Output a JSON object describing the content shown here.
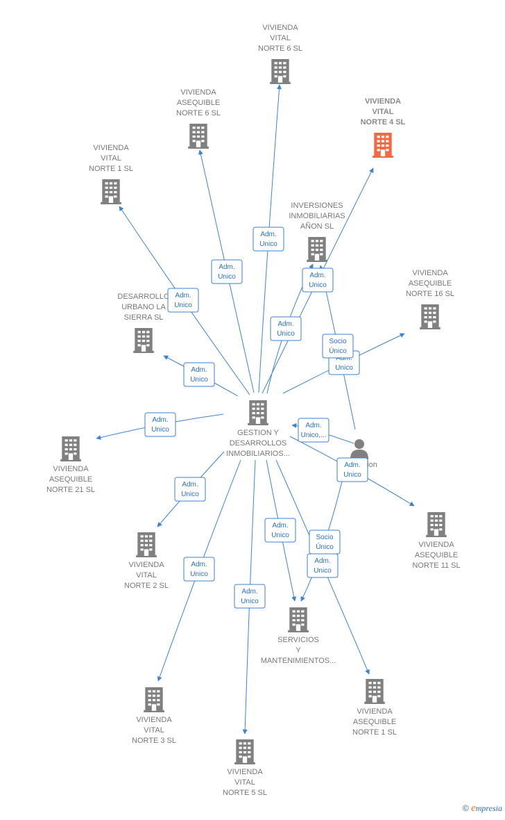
{
  "colors": {
    "edge": "#3b82d6",
    "node": "#808080",
    "highlight": "#f26a43",
    "person": "#808080",
    "label": "#777777"
  },
  "nodes": [
    {
      "id": "center",
      "kind": "company",
      "icon": "building-icon",
      "lines": [
        "GESTION Y",
        "DESARROLLOS",
        "INMOBILIARIOS..."
      ]
    },
    {
      "id": "vvn6",
      "kind": "company",
      "icon": "building-icon",
      "lines": [
        "VIVIENDA",
        "VITAL",
        "NORTE 6  SL"
      ]
    },
    {
      "id": "van6",
      "kind": "company",
      "icon": "building-icon",
      "lines": [
        "VIVIENDA",
        "ASEQUIBLE",
        "NORTE 6  SL"
      ]
    },
    {
      "id": "vvn4",
      "kind": "company",
      "icon": "building-icon",
      "highlight": true,
      "lines": [
        "VIVIENDA",
        "VITAL",
        "NORTE 4  SL"
      ]
    },
    {
      "id": "vvn1",
      "kind": "company",
      "icon": "building-icon",
      "lines": [
        "VIVIENDA",
        "VITAL",
        "NORTE 1  SL"
      ]
    },
    {
      "id": "inv",
      "kind": "company",
      "icon": "building-icon",
      "lines": [
        "INVERSIONES",
        "INMOBILIARIAS",
        "AÑON  SL"
      ]
    },
    {
      "id": "dus",
      "kind": "company",
      "icon": "building-icon",
      "lines": [
        "DESARROLLO",
        "URBANO LA",
        "SIERRA  SL"
      ]
    },
    {
      "id": "van16",
      "kind": "company",
      "icon": "building-icon",
      "lines": [
        "VIVIENDA",
        "ASEQUIBLE",
        "NORTE 16  SL"
      ]
    },
    {
      "id": "van21",
      "kind": "company",
      "icon": "building-icon",
      "lines": [
        "VIVIENDA",
        "ASEQUIBLE",
        "NORTE 21  SL"
      ]
    },
    {
      "id": "person",
      "kind": "person",
      "icon": "person-icon",
      "lines": [
        "...ion"
      ]
    },
    {
      "id": "van11",
      "kind": "company",
      "icon": "building-icon",
      "lines": [
        "VIVIENDA",
        "ASEQUIBLE",
        "NORTE 11  SL"
      ]
    },
    {
      "id": "vvn2",
      "kind": "company",
      "icon": "building-icon",
      "lines": [
        "VIVIENDA",
        "VITAL",
        "NORTE 2  SL"
      ]
    },
    {
      "id": "serv",
      "kind": "company",
      "icon": "building-icon",
      "lines": [
        "SERVICIOS",
        "Y",
        "MANTENIMIENTOS..."
      ]
    },
    {
      "id": "vvn3",
      "kind": "company",
      "icon": "building-icon",
      "lines": [
        "VIVIENDA",
        "VITAL",
        "NORTE 3  SL"
      ]
    },
    {
      "id": "van1",
      "kind": "company",
      "icon": "building-icon",
      "lines": [
        "VIVIENDA",
        "ASEQUIBLE",
        "NORTE 1  SL"
      ]
    },
    {
      "id": "vvn5",
      "kind": "company",
      "icon": "building-icon",
      "lines": [
        "VIVIENDA",
        "VITAL",
        "NORTE 5  SL"
      ]
    }
  ],
  "edges": [
    {
      "from": "center",
      "to": "vvn6",
      "lines": [
        "Adm.",
        "Unico"
      ]
    },
    {
      "from": "center",
      "to": "van6",
      "lines": [
        "Adm.",
        "Unico"
      ]
    },
    {
      "from": "center",
      "to": "vvn1",
      "lines": [
        "Adm.",
        "Unico"
      ]
    },
    {
      "from": "center",
      "to": "vvn4",
      "lines": [
        "Adm.",
        "Unico"
      ]
    },
    {
      "from": "center",
      "to": "inv",
      "lines": [
        "Adm.",
        "Unico"
      ]
    },
    {
      "from": "center",
      "to": "dus",
      "lines": [
        "Adm.",
        "Unico"
      ]
    },
    {
      "from": "center",
      "to": "van16",
      "lines": [
        "Adm.",
        "Unico"
      ]
    },
    {
      "from": "person",
      "to": "inv",
      "lines": [
        "Socio",
        "Único"
      ]
    },
    {
      "from": "center",
      "to": "van21",
      "lines": [
        "Adm.",
        "Unico"
      ]
    },
    {
      "from": "person",
      "to": "center",
      "lines": [
        "Adm.",
        "Unico,..."
      ]
    },
    {
      "from": "center",
      "to": "van11",
      "lines": [
        "Adm.",
        "Unico"
      ]
    },
    {
      "from": "center",
      "to": "vvn2",
      "lines": [
        "Adm.",
        "Unico"
      ]
    },
    {
      "from": "center",
      "to": "serv",
      "lines": [
        "Adm.",
        "Unico"
      ]
    },
    {
      "from": "person",
      "to": "serv",
      "lines": [
        "Socio",
        "Único"
      ]
    },
    {
      "from": "center",
      "to": "vvn3",
      "lines": [
        "Adm.",
        "Unico"
      ]
    },
    {
      "from": "center",
      "to": "van1",
      "lines": [
        "Adm.",
        "Unico"
      ]
    },
    {
      "from": "center",
      "to": "vvn5",
      "lines": [
        "Adm.",
        "Unico"
      ]
    }
  ],
  "footer": {
    "copyright": "©",
    "brand_initial": "e",
    "brand_rest": "mpresia"
  }
}
